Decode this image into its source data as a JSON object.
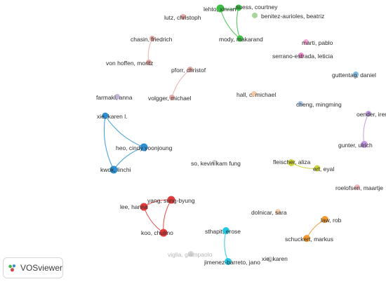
{
  "brand": {
    "name": "VOSviewer",
    "logo_icon": "vosviewer-logo-icon"
  },
  "nodes": [
    {
      "id": "lehto",
      "label": "lehto, xinran",
      "color": "#3cbf45"
    },
    {
      "id": "suess",
      "label": "suess, courtney",
      "color": "#3cbf45"
    },
    {
      "id": "benitez",
      "label": "benitez-aurioles, beatriz",
      "color": "#a6d69a"
    },
    {
      "id": "mody",
      "label": "mody, makarand",
      "color": "#3cbf45"
    },
    {
      "id": "lutz",
      "label": "lutz, christoph",
      "color": "#e3aaa6"
    },
    {
      "id": "chasin",
      "label": "chasin, friedrich",
      "color": "#e3aaa6"
    },
    {
      "id": "vonhoffen",
      "label": "von hoffen, moritz",
      "color": "#e3aaa6"
    },
    {
      "id": "marti",
      "label": "marti, pablo",
      "color": "#f2a8d4"
    },
    {
      "id": "serrano",
      "label": "serrano-estrada, leticia",
      "color": "#e889c6"
    },
    {
      "id": "guttentag",
      "label": "guttentag, daniel",
      "color": "#7fbde0"
    },
    {
      "id": "pforr",
      "label": "pforr, christof",
      "color": "#e3aaa6"
    },
    {
      "id": "farmaki",
      "label": "farmaki, anna",
      "color": "#c6b6d8"
    },
    {
      "id": "volgger",
      "label": "volgger, michael",
      "color": "#e3aaa6"
    },
    {
      "id": "hall",
      "label": "hall, c. michael",
      "color": "#f3c9a8"
    },
    {
      "id": "cheng",
      "label": "cheng, mingming",
      "color": "#b3cdea"
    },
    {
      "id": "oender",
      "label": "oender, irem",
      "color": "#c197df"
    },
    {
      "id": "xie_karenl",
      "label": "xie, karen l.",
      "color": "#2b8fd1"
    },
    {
      "id": "heo",
      "label": "heo, cindy yoonjoung",
      "color": "#2b8fd1"
    },
    {
      "id": "gunter",
      "label": "gunter, ulrich",
      "color": "#c197df"
    },
    {
      "id": "kwok",
      "label": "kwok, linchi",
      "color": "#2b8fd1"
    },
    {
      "id": "so",
      "label": "so, kevin kam fung",
      "color": "#cfcfcf"
    },
    {
      "id": "fleischer",
      "label": "fleischer, aliza",
      "color": "#cfd43e"
    },
    {
      "id": "ert",
      "label": "ert, eyal",
      "color": "#cfd43e"
    },
    {
      "id": "roelofsen",
      "label": "roelofsen, maartje",
      "color": "#f3b6bb"
    },
    {
      "id": "yang",
      "label": "yang, sung-byung",
      "color": "#e23a3a"
    },
    {
      "id": "lee",
      "label": "lee, hanna",
      "color": "#e23a3a"
    },
    {
      "id": "dolnicar",
      "label": "dolnicar, sara",
      "color": "#f6d2b2"
    },
    {
      "id": "law",
      "label": "law, rob",
      "color": "#f39a2e"
    },
    {
      "id": "sthapit",
      "label": "sthapit, erose",
      "color": "#22c7e3"
    },
    {
      "id": "koo",
      "label": "koo, chulmo",
      "color": "#e23a3a"
    },
    {
      "id": "schuckert",
      "label": "schuckert, markus",
      "color": "#f39a2e"
    },
    {
      "id": "viglia",
      "label": "viglia, giampaolo",
      "color": "#d6d6d6",
      "faded": true
    },
    {
      "id": "jimenez",
      "label": "jimenez-barreto, jano",
      "color": "#22c7e3"
    },
    {
      "id": "xie_karen",
      "label": "xie, karen",
      "color": "#cfcfcf"
    }
  ],
  "links": [
    {
      "source": "lehto",
      "target": "suess",
      "color": "#3cbf45"
    },
    {
      "source": "lehto",
      "target": "mody",
      "color": "#3cbf45"
    },
    {
      "source": "suess",
      "target": "mody",
      "color": "#3cbf45"
    },
    {
      "source": "chasin",
      "target": "vonhoffen",
      "color": "#e3aaa6"
    },
    {
      "source": "pforr",
      "target": "volgger",
      "color": "#e3aaa6"
    },
    {
      "source": "xie_karenl",
      "target": "heo",
      "color": "#2b8fd1"
    },
    {
      "source": "xie_karenl",
      "target": "kwok",
      "color": "#2b8fd1"
    },
    {
      "source": "heo",
      "target": "kwok",
      "color": "#2b8fd1"
    },
    {
      "source": "oender",
      "target": "gunter",
      "color": "#c197df"
    },
    {
      "source": "fleischer",
      "target": "ert",
      "color": "#cfd43e"
    },
    {
      "source": "yang",
      "target": "lee",
      "color": "#e23a3a"
    },
    {
      "source": "yang",
      "target": "koo",
      "color": "#e23a3a"
    },
    {
      "source": "lee",
      "target": "koo",
      "color": "#e23a3a"
    },
    {
      "source": "law",
      "target": "schuckert",
      "color": "#f39a2e"
    },
    {
      "source": "sthapit",
      "target": "jimenez",
      "color": "#22c7e3"
    }
  ]
}
